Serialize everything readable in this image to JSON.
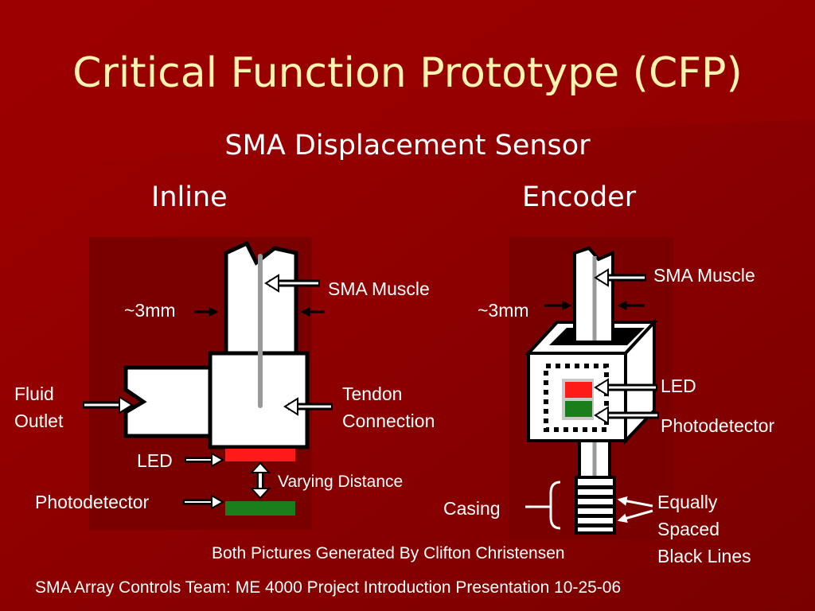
{
  "slide": {
    "title": "Critical Function Prototype (CFP)",
    "subtitle": "SMA Displacement Sensor",
    "footer": "SMA Array Controls Team: ME 4000 Project Introduction Presentation 10-25-06",
    "credit": "Both Pictures Generated By Clifton Christensen"
  },
  "inline": {
    "heading": "Inline",
    "width_label": "~3mm",
    "sma_muscle": "SMA Muscle",
    "fluid_outlet_1": "Fluid",
    "fluid_outlet_2": "Outlet",
    "tendon_1": "Tendon",
    "tendon_2": "Connection",
    "led": "LED",
    "varying_distance": "Varying Distance",
    "photodetector": "Photodetector"
  },
  "encoder": {
    "heading": "Encoder",
    "width_label": "~3mm",
    "sma_muscle": "SMA Muscle",
    "led": "LED",
    "photodetector": "Photodetector",
    "casing": "Casing",
    "lines_1": "Equally",
    "lines_2": "Spaced",
    "lines_3": "Black Lines"
  },
  "colors": {
    "background": "#8a0000",
    "panel": "#7a0000",
    "title": "#fff3b0",
    "led": "#ff1a1a",
    "photodetector": "#1a7f1a"
  }
}
